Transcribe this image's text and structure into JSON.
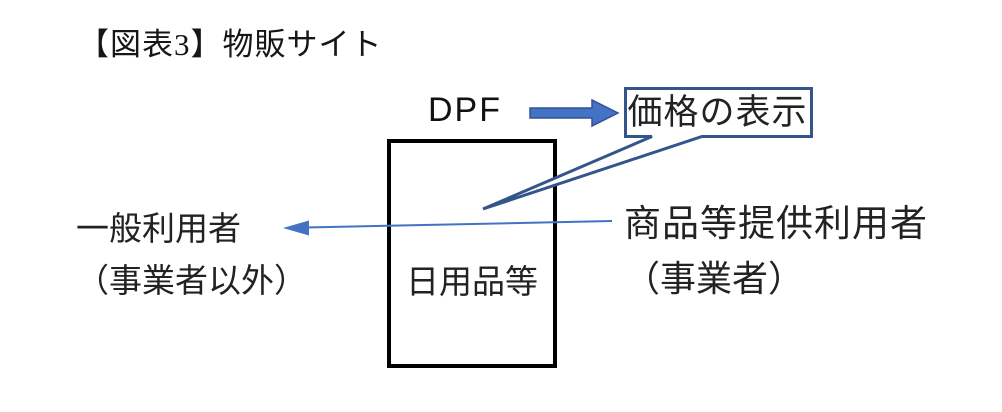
{
  "figure": {
    "title": "【図表3】物販サイト",
    "platform_label": "DPF",
    "callout": {
      "label": "価格の表示"
    },
    "center_box": {
      "label": "日用品等"
    },
    "left_party": {
      "name": "一般利用者",
      "qualifier": "（事業者以外）"
    },
    "right_party": {
      "name": "商品等提供利用者",
      "qualifier": "（事業者）"
    },
    "colors": {
      "accent_blue": "#4472c4",
      "dark_blue": "#34558b",
      "box_border": "#000000",
      "text": "#222222",
      "background": "#ffffff"
    }
  }
}
